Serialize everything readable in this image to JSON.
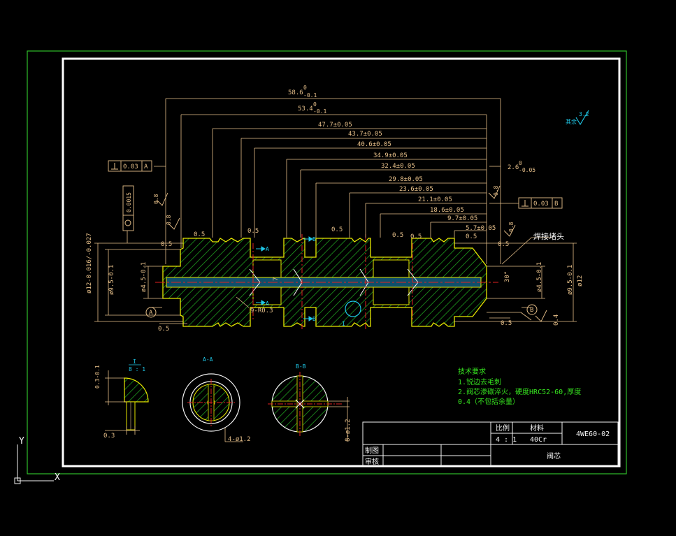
{
  "colors": {
    "background": "#000000",
    "outer_frame": "#2fbf2a",
    "inner_frame": "#ffffff",
    "dimension": "#e7c08a",
    "outline": "#e6e600",
    "hatch": "#1f9a1f",
    "center": "#e02020",
    "note": "#36e31f",
    "section_arrow": "#1fc8e8"
  },
  "dimensions": {
    "overall": "58.6",
    "overall_tol": "0",
    "overall_tol2": "-0.1",
    "d534": "53.4",
    "d534_tol": "0",
    "d534_tol2": "-0.1",
    "d477": "47.7±0.05",
    "d437": "43.7±0.05",
    "d406": "40.6±0.05",
    "d349": "34.9±0.05",
    "d324": "32.4±0.05",
    "d298": "29.8±0.05",
    "d236": "23.6±0.05",
    "d211": "21.1±0.05",
    "d186": "18.6±0.05",
    "d97": "9.7±0.05",
    "d57": "5.7±0.05",
    "d26": "2.6",
    "d26_tol": "0",
    "d26_tol2": "-0.05",
    "d05a": "0.5",
    "d05b": "0.5",
    "d05c": "0.5",
    "d05d": "0.5",
    "d05e": "0.5",
    "d05f": "0.5",
    "d05g": "0.5",
    "d05h": "0.5",
    "d05i": "0.5",
    "d05j": "0.5",
    "phi12_left": "ø12-0.016/-0.027",
    "phi95_left": "ø9.5-0.1",
    "phi45_left": "ø4.5-0.1",
    "phi45_right": "ø4.5-0.1",
    "phi95_right": "ø9.5-0.1",
    "phi12_right": "ø12",
    "r03": "9-R0.3",
    "d7": "7",
    "d30": "30°",
    "d04": "0.4",
    "d08a": "0.8",
    "d08b": "0.8",
    "d08c": "0.8",
    "d08d": "0.8",
    "perp_a_val": "0.03",
    "perp_a_ref": "A",
    "perp_b_val": "0.03",
    "perp_b_ref": "B",
    "cyl_val": "0.0015",
    "datum_a": "A",
    "datum_b": "B",
    "detail_mark": "I",
    "sec_a": "A",
    "sec_b": "B",
    "sec_a2": "A",
    "sec_b2": "B"
  },
  "callouts": {
    "weld_plug": "焊接堵头",
    "surface_rest": "其余",
    "surface_rest_val": "3.2"
  },
  "views": {
    "detail_title": "I",
    "detail_scale": "8 : 1",
    "detail_d03v": "0.3-0.1",
    "detail_d03h": "0.3",
    "section_aa": "A-A",
    "section_aa_dim": "4-ø1.2",
    "section_bb": "B-B",
    "section_bb_dim": "8-ø1.2"
  },
  "notes": {
    "title": "技术要求",
    "line1": "1.锐边去毛刺",
    "line2": "2.阀芯渗碳淬火，硬度HRC52-60,厚度",
    "line3": "0.4（不包括余量）"
  },
  "title_block": {
    "scale_label": "比例",
    "scale_value": "4 : 1",
    "material_label": "材料",
    "material_value": "40Cr",
    "drawing_no": "4WE60-02",
    "part_name": "阀芯",
    "drawn_label": "制图",
    "check_label": "审核"
  },
  "ucs": {
    "x": "X",
    "y": "Y"
  }
}
